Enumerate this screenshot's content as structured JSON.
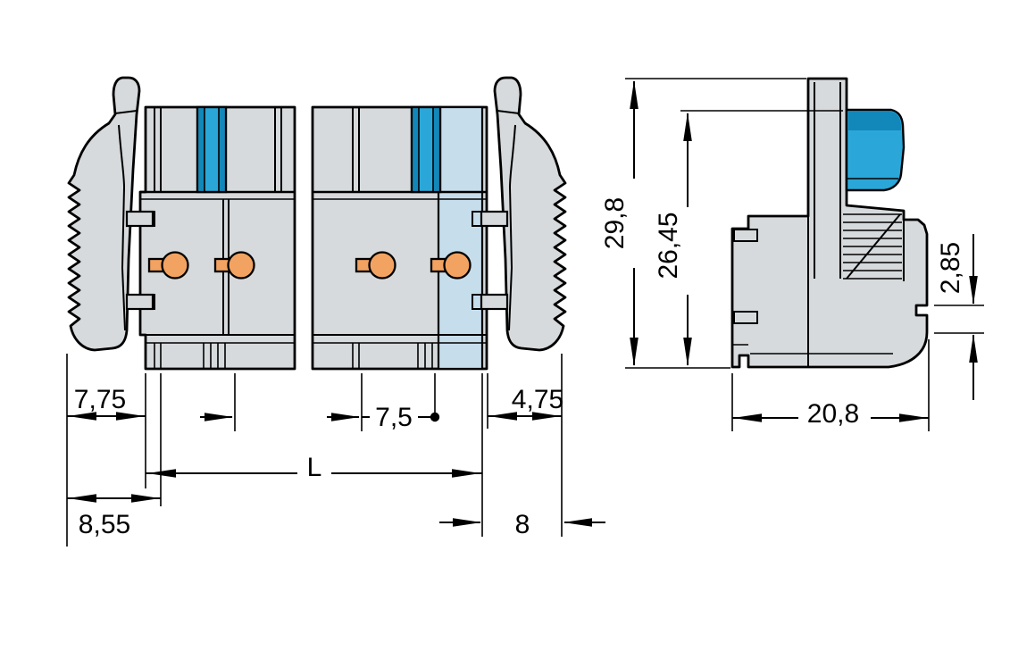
{
  "drawing": {
    "front_view": {
      "dims": {
        "flange_left": "7,75",
        "lever_offset": "8,55",
        "pitch": "7,5",
        "total_length": "L",
        "end_section": "8",
        "flange_right": "4,75"
      }
    },
    "side_view": {
      "dims": {
        "total_height": "29,8",
        "housing_height": "26,45",
        "rail_lip": "2,85",
        "depth": "20,8"
      }
    },
    "colors": {
      "body_gray": "#d6dadc",
      "actuator_blue": "#2aa7d8",
      "actuator_blue_dark": "#1187ba",
      "tinted_pole_blue": "#c6ddec",
      "contact_orange": "#f2a361",
      "line_black": "#000000",
      "background": "#ffffff"
    }
  }
}
